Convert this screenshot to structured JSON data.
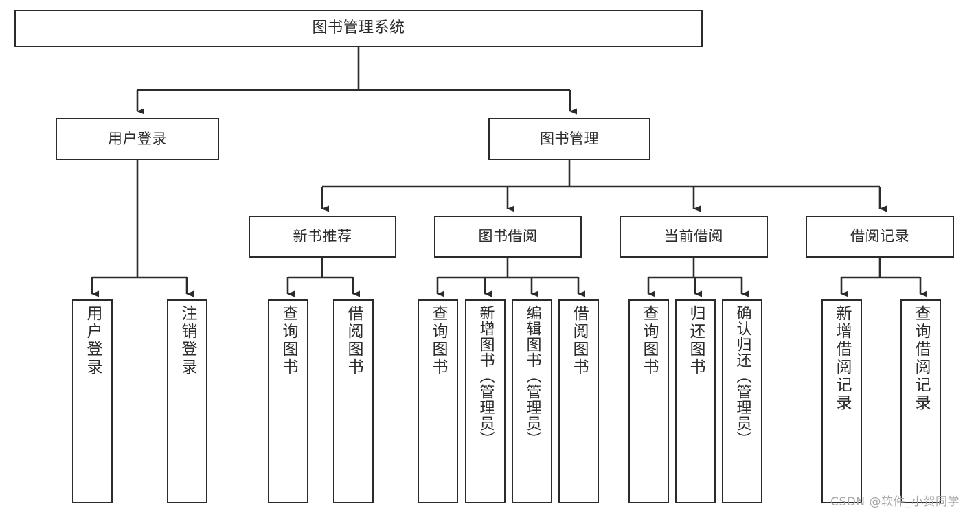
{
  "diagram": {
    "title": "图书管理系统",
    "type": "tree-hierarchy",
    "watermark": "CSDN @软件_小贺同学",
    "colors": {
      "background": "#ffffff",
      "box_border": "#2b2b2b",
      "box_fill": "#ffffff",
      "edge": "#2b2b2b",
      "text": "#2b2b2b",
      "watermark": "#a8a8a8"
    },
    "nodes": {
      "root": {
        "label": "图书管理系统"
      },
      "level2": [
        {
          "label": "用户登录"
        },
        {
          "label": "图书管理"
        }
      ],
      "level3": [
        {
          "label": "新书推荐"
        },
        {
          "label": "图书借阅"
        },
        {
          "label": "当前借阅"
        },
        {
          "label": "借阅记录"
        }
      ],
      "leaves_user_login": [
        {
          "label": "用户登录"
        },
        {
          "label": "注销登录"
        }
      ],
      "leaves_new_books": [
        {
          "label": "查询图书"
        },
        {
          "label": "借阅图书"
        }
      ],
      "leaves_book_borrow": [
        {
          "label": "查询图书"
        },
        {
          "label": "新增图书（管理员）"
        },
        {
          "label": "编辑图书（管理员）"
        },
        {
          "label": "借阅图书"
        }
      ],
      "leaves_current_borrow": [
        {
          "label": "查询图书"
        },
        {
          "label": "归还图书"
        },
        {
          "label": "确认归还（管理员）"
        }
      ],
      "leaves_borrow_records": [
        {
          "label": "新增借阅记录"
        },
        {
          "label": "查询借阅记录"
        }
      ]
    }
  }
}
